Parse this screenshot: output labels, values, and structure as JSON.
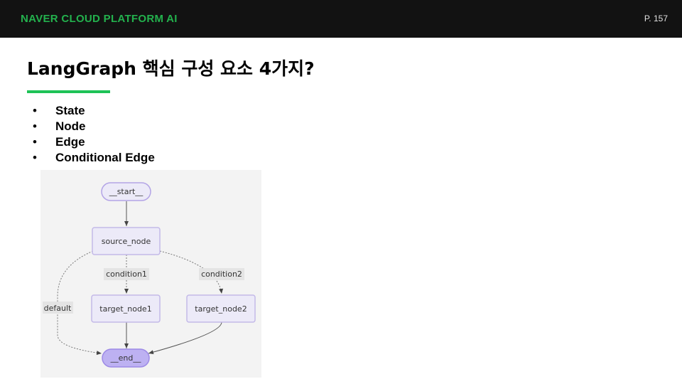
{
  "header": {
    "brand": "NAVER CLOUD PLATFORM  AI",
    "page": "P. 157"
  },
  "slide": {
    "title": "LangGraph 핵심 구성 요소 4가지?",
    "bullets": [
      "State",
      "Node",
      "Edge",
      "Conditional Edge"
    ]
  },
  "diagram": {
    "nodes": {
      "start": "__start__",
      "source": "source_node",
      "target1": "target_node1",
      "target2": "target_node2",
      "end": "__end__"
    },
    "edge_labels": {
      "condition1": "condition1",
      "condition2": "condition2",
      "default": "default"
    }
  },
  "colors": {
    "brand_green": "#23b14d",
    "accent_bar": "#1ec257",
    "topbar_bg": "#121212",
    "node_fill": "#eceaf8",
    "end_fill": "#bdb1f2"
  }
}
